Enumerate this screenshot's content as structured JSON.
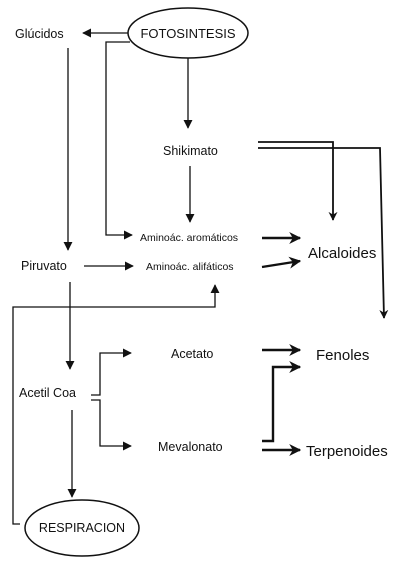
{
  "nodes": {
    "fotosintesis": "FOTOSINTESIS",
    "glucidos": "Glúcidos",
    "shikimato": "Shikimato",
    "aminoac_aromaticos": "Aminoác. aromáticos",
    "alcaloides": "Alcaloides",
    "piruvato": "Piruvato",
    "aminoac_alifaticos": "Aminoác. alifáticos",
    "acetato": "Acetato",
    "fenoles": "Fenoles",
    "acetil_coa": "Acetil Coa",
    "mevalonato": "Mevalonato",
    "terpenoides": "Terpenoides",
    "respiracion": "RESPIRACION"
  }
}
